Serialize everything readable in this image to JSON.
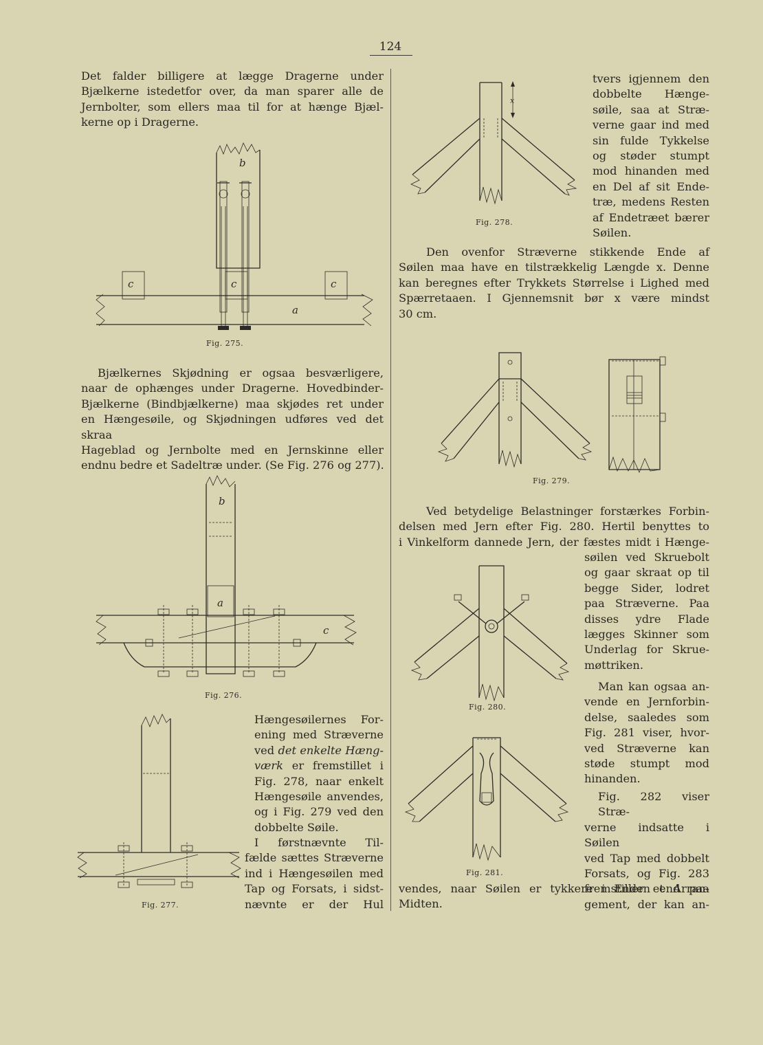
{
  "page_number": "124",
  "left": {
    "para1": [
      "Det falder billigere at lægge Dragerne under",
      "Bjælkerne istedetfor over, da man sparer alle de",
      "Jernbolter, som ellers maa til for at hænge Bjæl-",
      "kerne op i Dragerne."
    ],
    "para2": [
      "Bjælkernes Skjødning er ogsaa besværligere,",
      "naar de ophænges under Dragerne. Hovedbinder-",
      "Bjælkerne (Bindbjælkerne) maa skjødes ret under",
      "en Hængesøile, og Skjødningen udføres ved det skraa",
      "Hageblad og Jernbolte med en Jernskinne eller",
      "endnu bedre et Sadeltræ under. (Se Fig. 276 og 277)."
    ],
    "para3": [
      "Hængesøilernes For-",
      "ening med Stræverne",
      "ved",
      "det enkelte Hæng-",
      "værk",
      "er fremstillet i",
      "Fig. 278, naar enkelt",
      "Hængesøile anvendes,",
      "og i Fig. 279 ved den",
      "dobbelte Søile."
    ],
    "para4": [
      "I førstnævnte Til-",
      "fælde sættes Stræverne",
      "ind i Hængesøilen med",
      "Tap og Forsats, i sidst-",
      "nævnte er der Hul"
    ]
  },
  "right": {
    "para1": [
      "tvers igjennem den",
      "dobbelte Hænge-",
      "søile, saa at Stræ-",
      "verne gaar ind med",
      "sin fulde Tykkelse",
      "og støder stumpt",
      "mod hinanden med",
      "en Del af sit Ende-",
      "træ, medens Resten",
      "af Endetræet bærer",
      "Søilen."
    ],
    "para2": [
      "Den ovenfor Stræverne stikkende Ende af",
      "Søilen maa have en tilstrækkelig Længde x. Denne",
      "kan beregnes efter Trykkets Størrelse i Lighed med",
      "Spærretaaen. I Gjennemsnit bør x være mindst",
      "30 cm."
    ],
    "para3": [
      "Ved betydelige Belastninger forstærkes Forbin-",
      "delsen med Jern efter Fig. 280. Hertil benyttes to",
      "i Vinkelform dannede Jern, der fæstes midt i Hænge-",
      "søilen ved Skruebolt",
      "og gaar skraat op til",
      "begge Sider, lodret",
      "paa Stræverne. Paa",
      "disses ydre Flade",
      "lægges Skinner som",
      "Underlag for Skrue-",
      "møttriken."
    ],
    "para4": [
      "Man kan ogsaa an-",
      "vende en Jernforbin-",
      "delse, saaledes som",
      "Fig. 281 viser, hvor-",
      "ved Stræverne kan",
      "støde stumpt mod",
      "hinanden."
    ],
    "para5": [
      "Fig. 282 viser Stræ-",
      "verne indsatte i Søilen",
      "ved Tap med dobbelt",
      "Forsats, og Fig. 283",
      "fremstiller et Arran-",
      "gement, der kan an-"
    ],
    "para6": [
      "vendes, naar Søilen er tykkere i Enden end paa",
      "Midten."
    ]
  },
  "captions": {
    "fig275": "Fig. 275.",
    "fig276": "Fig. 276.",
    "fig277": "Fig. 277.",
    "fig278": "Fig. 278.",
    "fig279": "Fig. 279.",
    "fig280": "Fig. 280.",
    "fig281": "Fig. 281."
  },
  "figure_labels": {
    "b": "b",
    "c": "c",
    "a": "a",
    "x": "x"
  }
}
